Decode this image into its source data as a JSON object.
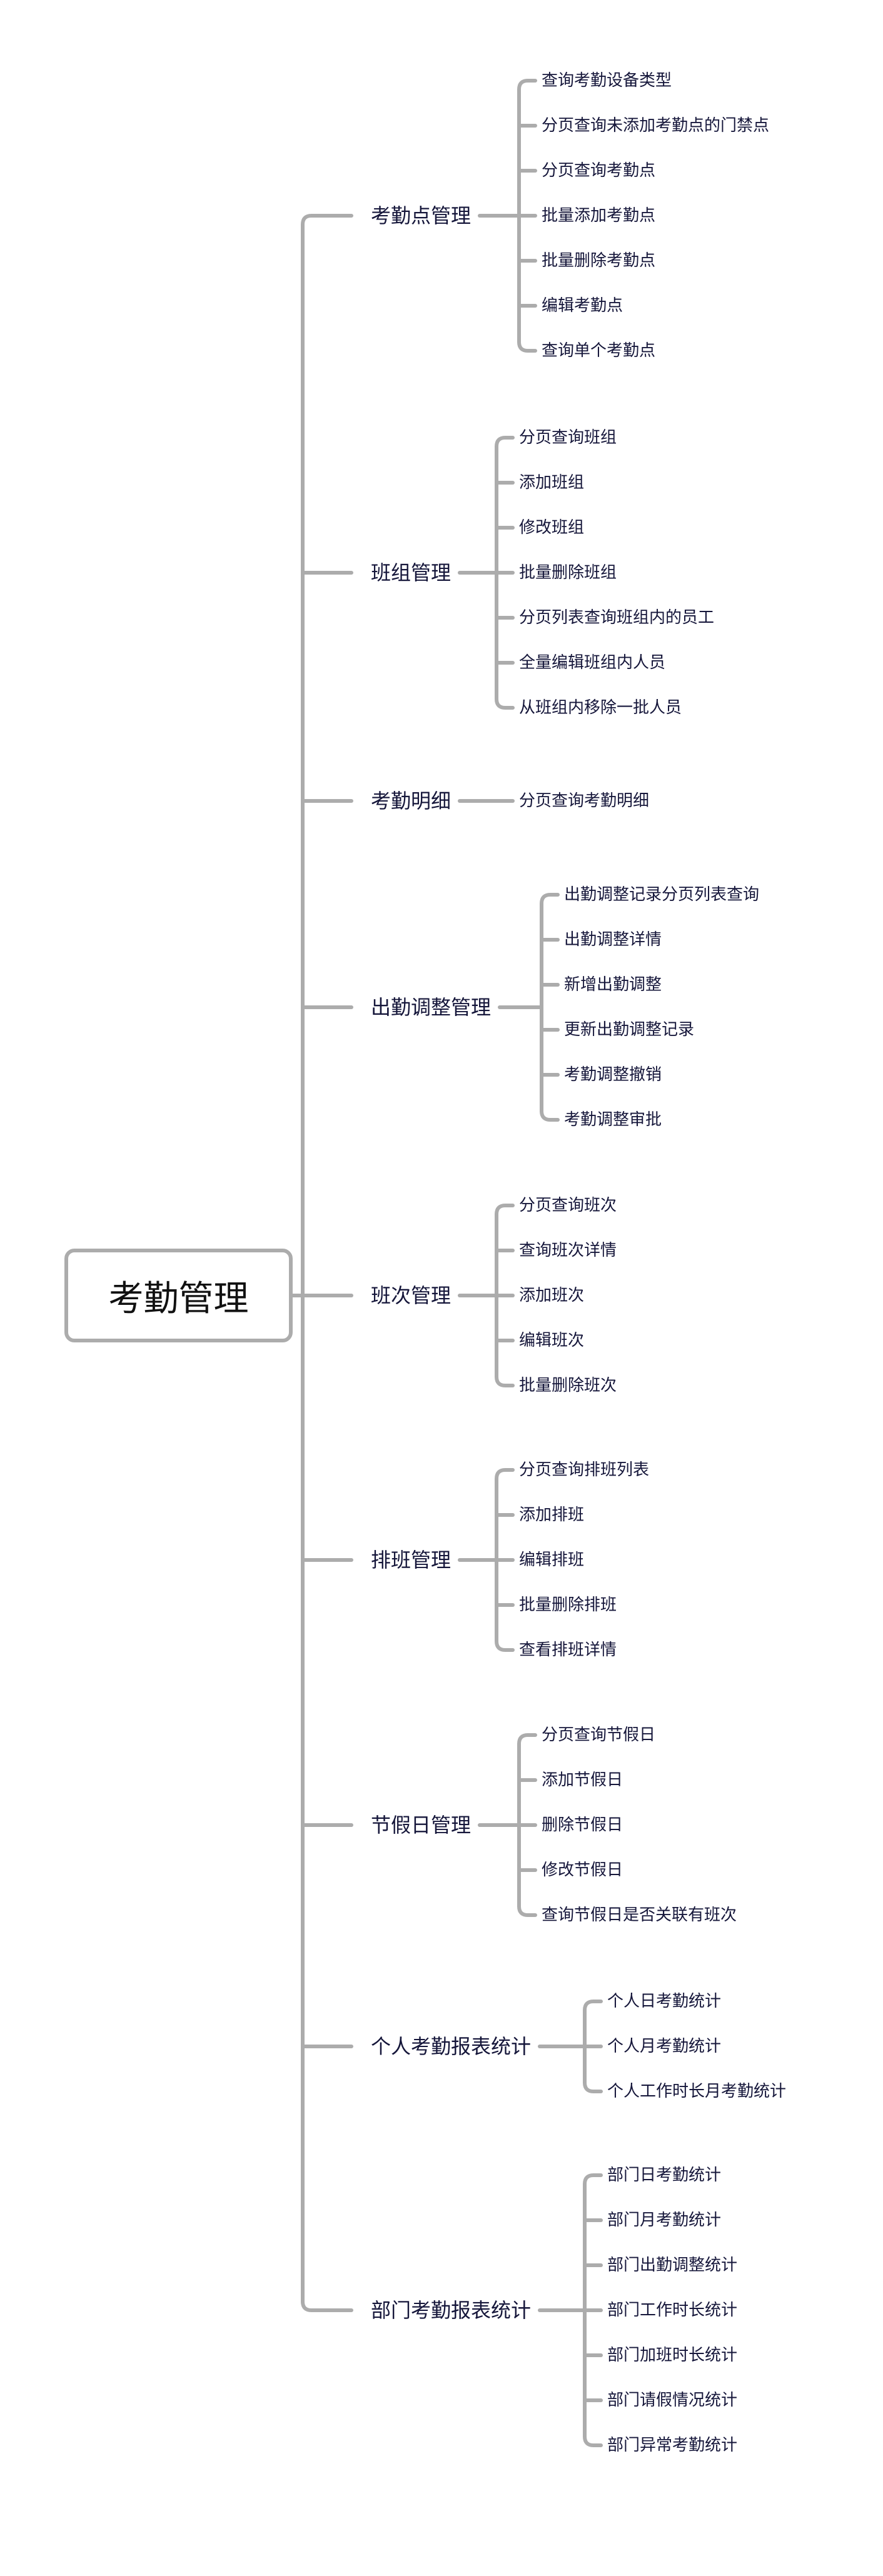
{
  "root": "考勤管理",
  "branches": [
    {
      "label": "考勤点管理",
      "children": [
        "查询考勤设备类型",
        "分页查询未添加考勤点的门禁点",
        "分页查询考勤点",
        "批量添加考勤点",
        "批量删除考勤点",
        "编辑考勤点",
        "查询单个考勤点"
      ]
    },
    {
      "label": "班组管理",
      "children": [
        "分页查询班组",
        "添加班组",
        "修改班组",
        "批量删除班组",
        "分页列表查询班组内的员工",
        "全量编辑班组内人员",
        "从班组内移除一批人员"
      ]
    },
    {
      "label": "考勤明细",
      "children": [
        "分页查询考勤明细"
      ]
    },
    {
      "label": "出勤调整管理",
      "children": [
        "出勤调整记录分页列表查询",
        "出勤调整详情",
        "新增出勤调整",
        "更新出勤调整记录",
        "考勤调整撤销",
        "考勤调整审批"
      ]
    },
    {
      "label": "班次管理",
      "children": [
        "分页查询班次",
        "查询班次详情",
        "添加班次",
        "编辑班次",
        "批量删除班次"
      ]
    },
    {
      "label": "排班管理",
      "children": [
        "分页查询排班列表",
        "添加排班",
        "编辑排班",
        "批量删除排班",
        "查看排班详情"
      ]
    },
    {
      "label": "节假日管理",
      "children": [
        "分页查询节假日",
        "添加节假日",
        "删除节假日",
        "修改节假日",
        "查询节假日是否关联有班次"
      ]
    },
    {
      "label": "个人考勤报表统计",
      "children": [
        "个人日考勤统计",
        "个人月考勤统计",
        "个人工作时长月考勤统计"
      ]
    },
    {
      "label": "部门考勤报表统计",
      "children": [
        "部门日考勤统计",
        "部门月考勤统计",
        "部门出勤调整统计",
        "部门工作时长统计",
        "部门加班时长统计",
        "部门请假情况统计",
        "部门异常考勤统计"
      ]
    }
  ],
  "colors": {
    "line": "#acacac",
    "text": "#15163a"
  }
}
